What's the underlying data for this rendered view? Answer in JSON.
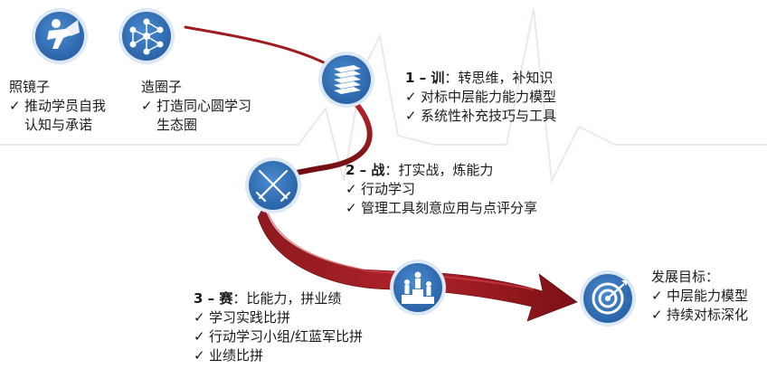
{
  "colors": {
    "path_red": "#7a1016",
    "path_red_light": "#c0272d",
    "icon_blue": "#2f6fb7",
    "icon_ring": "#dce8f6",
    "text": "#1a1a1a",
    "watermark": "#f0e4e4"
  },
  "icons": {
    "mirror": "superhero-icon",
    "circle": "network-people-icon",
    "train": "books-icon",
    "battle": "crossed-swords-icon",
    "compete": "podium-icon",
    "goal": "target-icon"
  },
  "mirror": {
    "title": "照镜子",
    "items": [
      "推动学员自我",
      "认知与承诺"
    ]
  },
  "circle": {
    "title": "造圈子",
    "items": [
      "打造同心圆学习",
      "生态圈"
    ]
  },
  "train": {
    "num": "1 – 训",
    "sub": "：转思维，补知识",
    "items": [
      "对标中层能力能力模型",
      "系统性补充技巧与工具"
    ]
  },
  "battle": {
    "num": "2 – 战",
    "sub": "：打实战，炼能力",
    "items": [
      "行动学习",
      "管理工具刻意应用与点评分享"
    ]
  },
  "compete": {
    "num": "3 – 赛",
    "sub": "：比能力，拼业绩",
    "items": [
      "学习实践比拼",
      "行动学习小组/红蓝军比拼",
      "业绩比拼"
    ]
  },
  "goal": {
    "title": "发展目标：",
    "items": [
      "中层能力模型",
      "持续对标深化"
    ]
  },
  "check_mark": "✓"
}
